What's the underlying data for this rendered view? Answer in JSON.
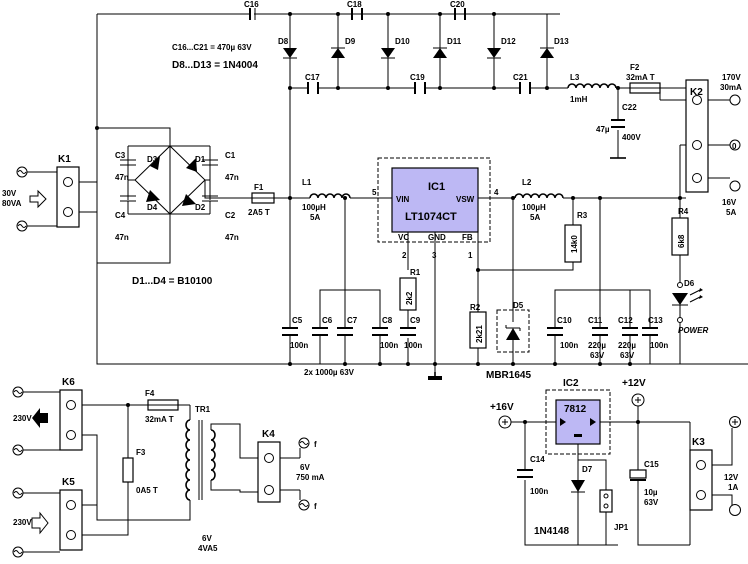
{
  "note_caps": "C16...C21 = 470µ  63V",
  "note_d8": "D8...D13 = 1N4004",
  "note_bridge": "D1...D4 = B10100",
  "k1": {
    "ref": "K1",
    "v": "30V",
    "va": "80VA"
  },
  "bridge": {
    "d1": "D1",
    "d2": "D2",
    "d3": "D3",
    "d4": "D4",
    "c1": "C1",
    "c2": "C2",
    "c3": "C3",
    "c4": "C4",
    "cval": "47n"
  },
  "f1": {
    "ref": "F1",
    "val": "2A5  T"
  },
  "l1": {
    "ref": "L1",
    "val": "100µH",
    "amp": "5A"
  },
  "l2": {
    "ref": "L2",
    "val": "100µH",
    "amp": "5A"
  },
  "l3": {
    "ref": "L3",
    "val": "1mH"
  },
  "ic1": {
    "ref": "IC1",
    "part": "LT1074CT",
    "vin": "VIN",
    "vsw": "VSW",
    "vc": "VC",
    "gnd": "GND",
    "fb": "FB",
    "p1": "1",
    "p2": "2",
    "p3": "3",
    "p4": "4",
    "p5": "5"
  },
  "mult": {
    "c16": "C16",
    "c17": "C17",
    "c18": "C18",
    "c19": "C19",
    "c20": "C20",
    "c21": "C21",
    "d8": "D8",
    "d9": "D9",
    "d10": "D10",
    "d11": "D11",
    "d12": "D12",
    "d13": "D13"
  },
  "f2": {
    "ref": "F2",
    "val": "32mA  T"
  },
  "c22": {
    "ref": "C22",
    "val": "47µ",
    "v": "400V"
  },
  "k2": {
    "ref": "K2",
    "v170": "170V",
    "ma": "30mA",
    "zero": "0",
    "v16": "16V",
    "a5": "5A"
  },
  "r1": {
    "ref": "R1",
    "val": "2k2"
  },
  "r2": {
    "ref": "R2",
    "val": "2k21"
  },
  "r3": {
    "ref": "R3",
    "val": "14k0"
  },
  "r4": {
    "ref": "R4",
    "val": "6k8"
  },
  "d5": {
    "ref": "D5",
    "part": "MBR1645"
  },
  "d6": {
    "ref": "D6",
    "label": "POWER"
  },
  "caps": {
    "c5": "C5",
    "c6": "C6",
    "c7": "C7",
    "c8": "C8",
    "c9": "C9",
    "c10": "C10",
    "c11": "C11",
    "c12": "C12",
    "c13": "C13",
    "v100n": "100n",
    "v220": "220µ",
    "v63": "63V",
    "v1000": "2x 1000µ  63V"
  },
  "k6": {
    "ref": "K6",
    "v": "230V"
  },
  "k5": {
    "ref": "K5",
    "v": "230V"
  },
  "f4": {
    "ref": "F4",
    "val": "32mA  T"
  },
  "f3": {
    "ref": "F3",
    "val": "0A5  T"
  },
  "tr1": {
    "ref": "TR1",
    "v": "6V",
    "va": "4VA5"
  },
  "k4": {
    "ref": "K4",
    "v": "6V",
    "ma": "750 mA",
    "f": "f"
  },
  "ic2": {
    "ref": "IC2",
    "part": "7812"
  },
  "rail16": "+16V",
  "rail12": "+12V",
  "c14": {
    "ref": "C14",
    "val": "100n"
  },
  "c15": {
    "ref": "C15",
    "val": "10µ",
    "v": "63V"
  },
  "d7": {
    "ref": "D7",
    "part": "1N4148"
  },
  "jp1": {
    "ref": "JP1"
  },
  "k3": {
    "ref": "K3",
    "v": "12V",
    "a": "1A"
  }
}
